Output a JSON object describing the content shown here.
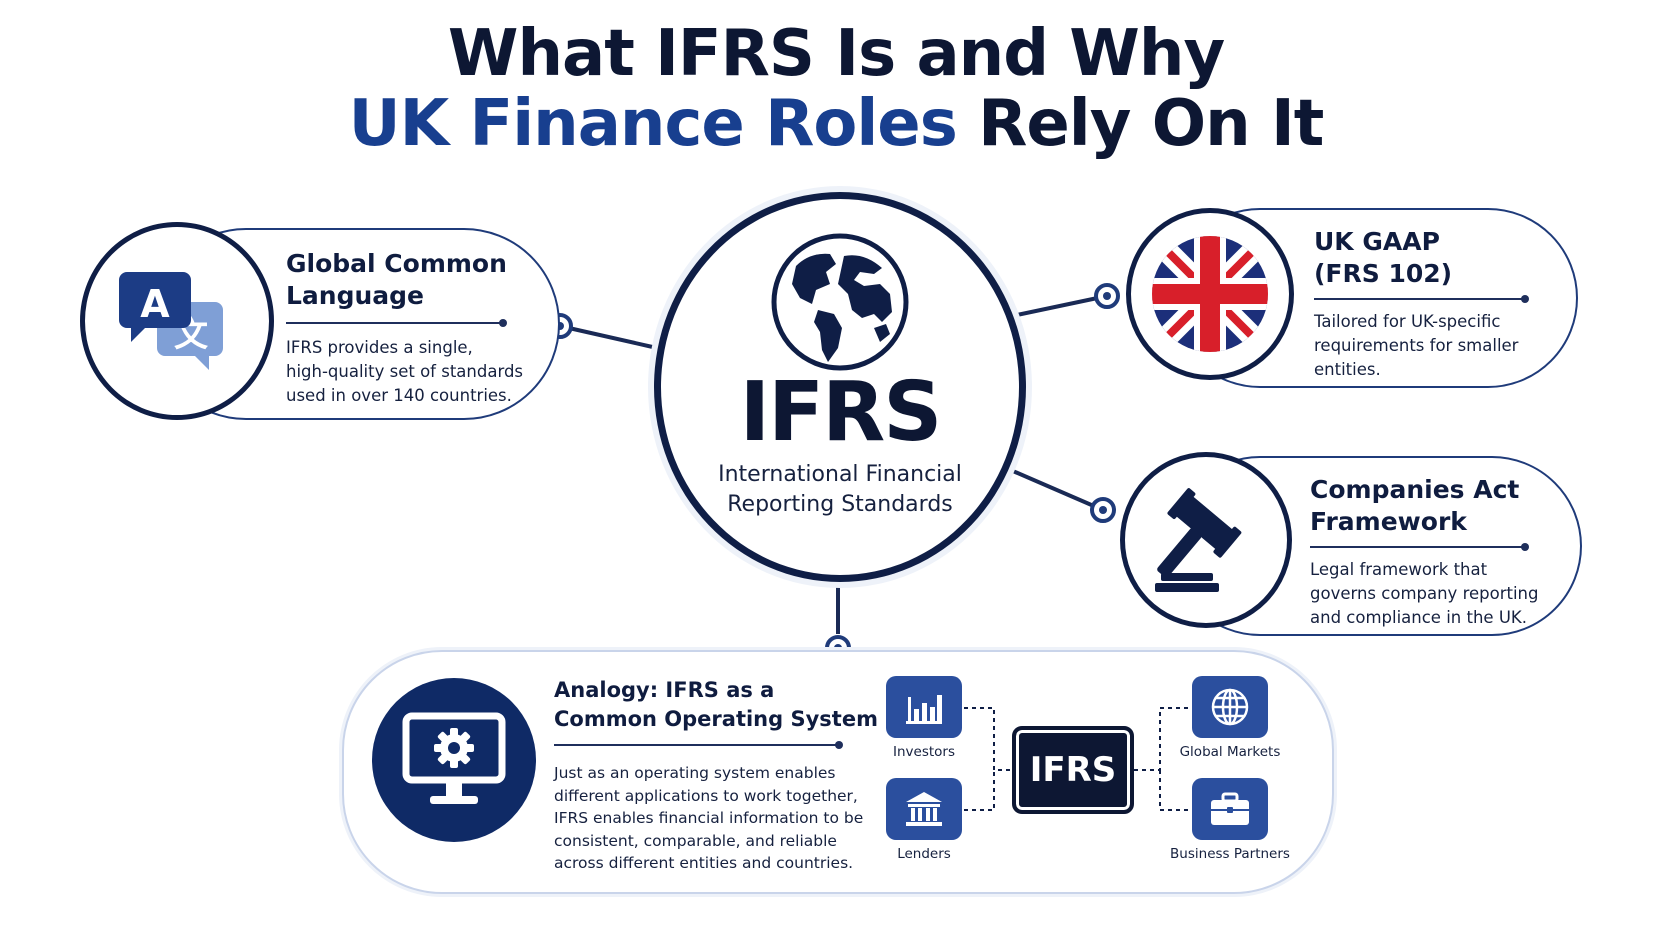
{
  "title": {
    "line1": "What IFRS Is and Why",
    "line2_highlight": "UK Finance Roles",
    "line2_rest": "Rely On It"
  },
  "center": {
    "title": "IFRS",
    "subtitle_line1": "International Financial",
    "subtitle_line2": "Reporting Standards",
    "icon": "globe-icon"
  },
  "cards": {
    "global": {
      "title_line1": "Global Common",
      "title_line2": "Language",
      "desc_line1": "IFRS provides a single,",
      "desc_line2": "high-quality set of standards",
      "desc_line3": "used in over 140 countries.",
      "icon": "translate-icon",
      "icon_letter": "A",
      "icon_glyph": "文"
    },
    "ukgaap": {
      "title_line1": "UK GAAP",
      "title_line2": "(FRS 102)",
      "desc_line1": "Tailored for UK-specific",
      "desc_line2": "requirements for smaller",
      "desc_line3": "entities.",
      "icon": "union-jack-icon"
    },
    "companies": {
      "title_line1": "Companies Act",
      "title_line2": "Framework",
      "desc_line1": "Legal framework that",
      "desc_line2": "governs company reporting",
      "desc_line3": "and compliance in the UK.",
      "icon": "gavel-icon"
    }
  },
  "analogy": {
    "title_line1": "Analogy: IFRS as a",
    "title_line2": "Common Operating System",
    "desc_line1": "Just as an operating system enables",
    "desc_line2": "different applications to work together,",
    "desc_line3": "IFRS enables financial information to be",
    "desc_line4": "consistent, comparable, and reliable",
    "desc_line5": "across different entities and countries.",
    "icon": "monitor-gear-icon",
    "hub_label": "IFRS",
    "nodes": {
      "investors": "Investors",
      "lenders": "Lenders",
      "global_markets": "Global Markets",
      "business_partners": "Business Partners"
    }
  },
  "colors": {
    "navy": "#0d1733",
    "highlight_blue": "#183f8f",
    "node_blue": "#2b4f9e",
    "flag_red": "#d81f2a",
    "flag_blue": "#1c2f7a"
  }
}
